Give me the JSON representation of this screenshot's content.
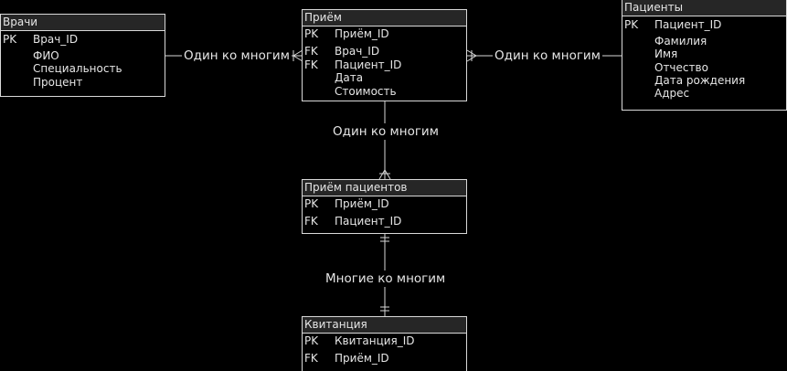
{
  "colors": {
    "background": "#000000",
    "line": "#d9d9d9",
    "title_bar": "#262626",
    "text": "#e6e6e6"
  },
  "entities": {
    "vrachi": {
      "title": "Врачи",
      "attrs": [
        {
          "key": "PK",
          "name": "Врач_ID"
        },
        {
          "key": "",
          "name": "ФИО"
        },
        {
          "key": "",
          "name": "Специальность"
        },
        {
          "key": "",
          "name": "Процент"
        }
      ]
    },
    "priem": {
      "title": "Приём",
      "attrs": [
        {
          "key": "PK",
          "name": "Приём_ID"
        },
        {
          "key": "FK",
          "name": "Врач_ID"
        },
        {
          "key": "FK",
          "name": "Пациент_ID"
        },
        {
          "key": "",
          "name": "Дата"
        },
        {
          "key": "",
          "name": "Стоимость"
        }
      ]
    },
    "patsienty": {
      "title": "Пациенты",
      "attrs": [
        {
          "key": "PK",
          "name": "Пациент_ID"
        },
        {
          "key": "",
          "name": "Фамилия"
        },
        {
          "key": "",
          "name": "Имя"
        },
        {
          "key": "",
          "name": "Отчество"
        },
        {
          "key": "",
          "name": "Дата рождения"
        },
        {
          "key": "",
          "name": "Адрес"
        }
      ]
    },
    "priem_patsientov": {
      "title": "Приём пациентов",
      "attrs": [
        {
          "key": "PK",
          "name": "Приём_ID"
        },
        {
          "key": "FK",
          "name": "Пациент_ID"
        }
      ]
    },
    "kvitantsiya": {
      "title": "Квитанция",
      "attrs": [
        {
          "key": "PK",
          "name": "Квитанция_ID"
        },
        {
          "key": "FK",
          "name": "Приём_ID"
        }
      ]
    }
  },
  "relations": {
    "vrachi_priem": "Один ко многим",
    "patsienty_priem": "Один ко многим",
    "priem_priem_patsientov": "Один ко многим",
    "priem_patsientov_kvitantsiya": "Многие ко многим"
  }
}
